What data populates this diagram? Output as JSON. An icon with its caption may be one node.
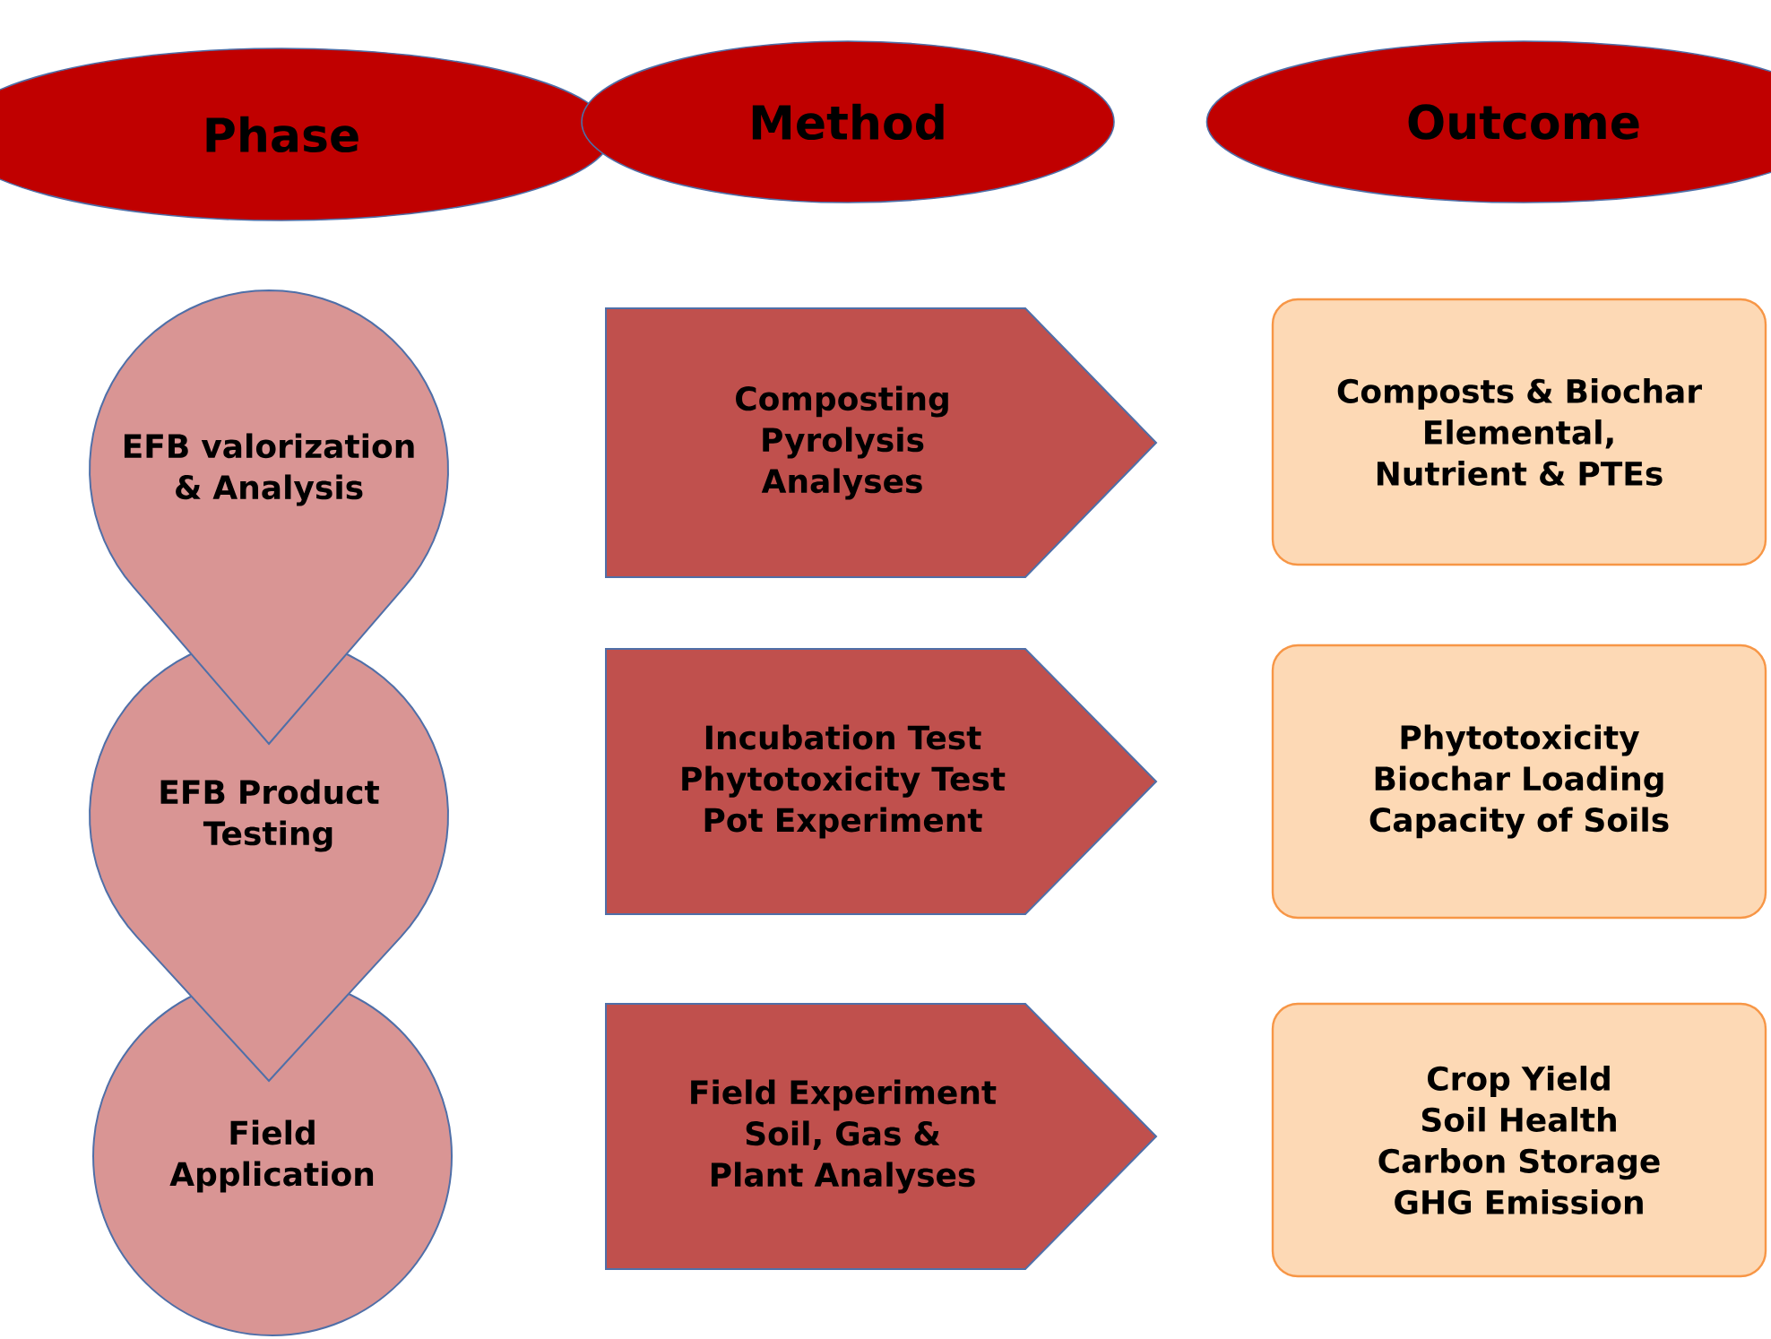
{
  "diagram": {
    "nodes": [
      {
        "text": [
          "Phase"
        ]
      },
      {
        "text": [
          "Method"
        ]
      },
      {
        "text": [
          "Outcome"
        ]
      },
      {
        "text": [
          "EFB valorization & Analysis"
        ]
      },
      {
        "text": [
          "EFB Product Testing"
        ]
      },
      {
        "text": [
          "Field Application"
        ]
      },
      {
        "text": [
          "Composting",
          "Pyrolysis",
          "Analyses"
        ]
      },
      {
        "text": [
          "Incubation Test",
          "Phytotoxicity Test",
          "Pot Experiment"
        ]
      },
      {
        "text": [
          "Field Experiment",
          "Soil, Gas & Plant Analyses"
        ]
      },
      {
        "text": [
          "Composts & Biochar",
          "Elemental, Nutrient & PTEs"
        ]
      },
      {
        "text": [
          "Phytotoxicity",
          "Biochar Loading",
          "Capacity of Soils"
        ]
      },
      {
        "text": [
          "Crop Yield",
          "Soil Health",
          "Carbon Storage",
          "GHG Emission"
        ]
      }
    ]
  }
}
